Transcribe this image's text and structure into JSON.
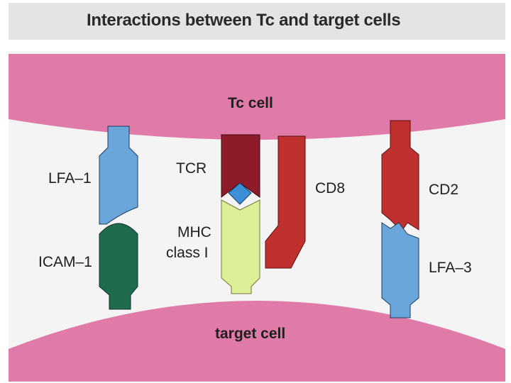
{
  "title": "Interactions between Tc and target cells",
  "cells": {
    "top": "Tc cell",
    "bottom": "target cell"
  },
  "molecules": {
    "lfa1": "LFA–1",
    "icam1": "ICAM–1",
    "tcr": "TCR",
    "mhc_line1": "MHC",
    "mhc_line2": "class I",
    "cd8": "CD8",
    "cd2": "CD2",
    "lfa3": "LFA–3"
  },
  "colors": {
    "cell_membrane": "#e07aa8",
    "lfa1": "#6aa6d9",
    "icam1": "#1f6b4e",
    "tcr": "#8e1b2a",
    "antigen": "#3d8fd8",
    "mhc": "#dcee96",
    "cd8": "#c0302e",
    "cd2": "#c0302e",
    "lfa3": "#6aa6d9"
  }
}
